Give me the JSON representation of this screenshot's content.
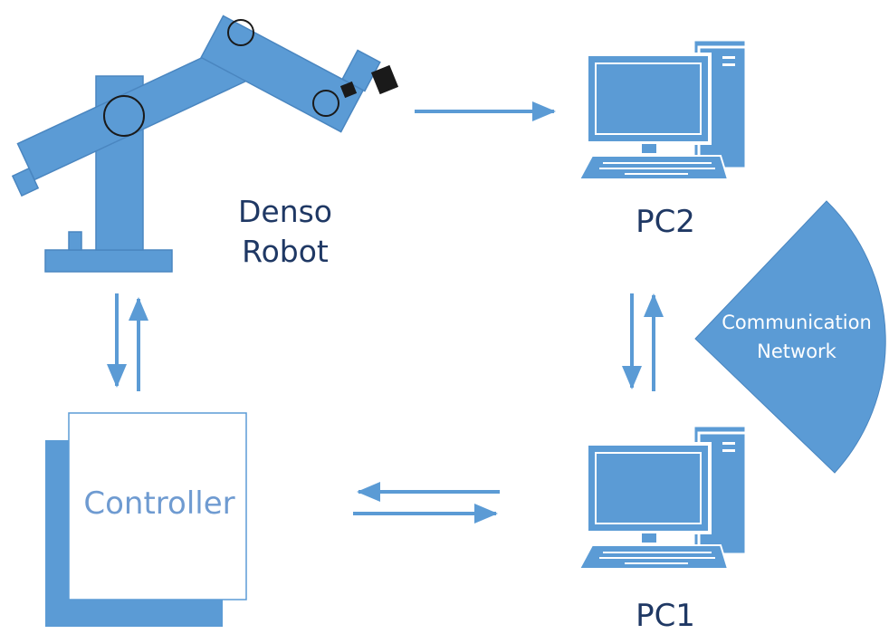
{
  "colors": {
    "shape_fill": "#5b9bd5",
    "shape_stroke": "#4a86c0",
    "label_text": "#1f3864",
    "controller_text": "#6f9bd1",
    "network_text": "#ffffff"
  },
  "robot": {
    "line1": "Denso",
    "line2": "Robot"
  },
  "pc2": {
    "label": "PC2"
  },
  "pc1": {
    "label": "PC1"
  },
  "controller": {
    "label": "Controller"
  },
  "network": {
    "line1": "Communication",
    "line2": "Network"
  },
  "icons": [
    "robot-arm-icon",
    "desktop-computer-icon",
    "arrow-icon"
  ]
}
